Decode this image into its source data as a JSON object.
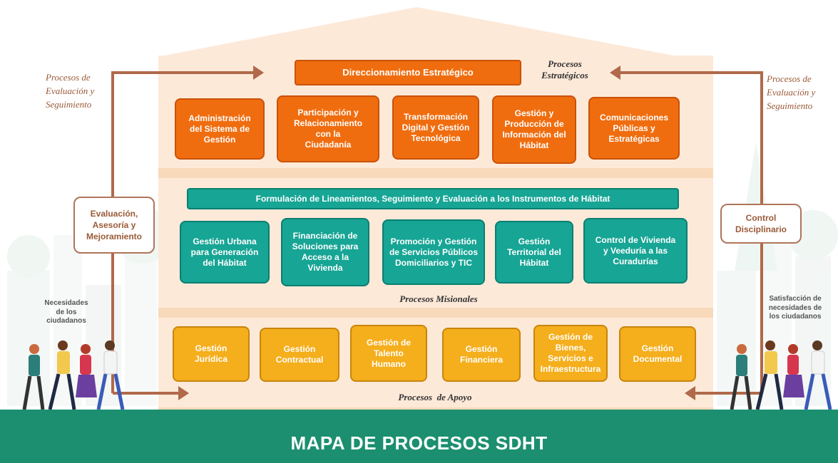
{
  "title": "MAPA DE PROCESOS SDHT",
  "labels": {
    "estrategicos": "Procesos\nEstratégicos",
    "misionales": "Procesos Misionales",
    "apoyo": "Procesos  de Apoyo",
    "eval_left": "Procesos de\nEvaluación y\nSeguimiento",
    "eval_right": "Procesos de\nEvaluación y\nSeguimiento",
    "necesidades": "Necesidades\nde los\nciudadanos",
    "satisfaccion": "Satisfacción de\nnecesidades de\nlos ciudadanos"
  },
  "side_boxes": {
    "left": "Evaluación,\nAsesoría y\nMejoramiento",
    "right": "Control\nDisciplinario"
  },
  "estrategicos": {
    "top": "Direccionamiento Estratégico",
    "items": [
      "Administración\ndel Sistema de\nGestión",
      "Participación y\nRelacionamiento\ncon la\nCiudadanía",
      "Transformación\nDigital y Gestión\nTecnológica",
      "Gestión y\nProducción de\nInformación del\nHábitat",
      "Comunicaciones\nPúblicas y\nEstratégicas"
    ]
  },
  "misionales": {
    "top": "Formulación de Lineamientos, Seguimiento y Evaluación a los Instrumentos de Hábitat",
    "items": [
      "Gestión Urbana\npara  Generación\ndel Hábitat",
      "Financiación de\nSoluciones para\nAcceso a la\nVivienda",
      "Promoción y Gestión\nde Servicios Públicos\nDomiciliarios y TIC",
      "Gestión\nTerritorial del\nHábitat",
      "Control de Vivienda\ny Veeduría a las\nCuradurías"
    ]
  },
  "apoyo": {
    "items": [
      "Gestión\nJurídica",
      "Gestión\nContractual",
      "Gestión de\nTalento\nHumano",
      "Gestión\nFinanciera",
      "Gestión de\nBienes,\nServicios e\nInfraestructura",
      "Gestión\nDocumental"
    ]
  },
  "colors": {
    "estrategico": "#f06d0f",
    "misional": "#17a595",
    "apoyo": "#f5ae1c",
    "arrow": "#b0694a",
    "footer": "#1b8f6f",
    "building": "#fde9d8"
  }
}
